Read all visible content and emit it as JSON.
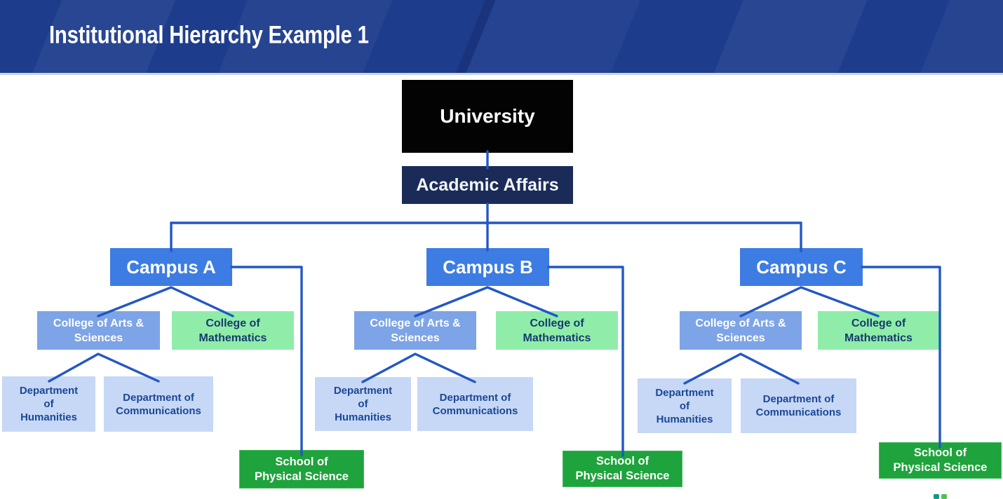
{
  "header": {
    "title": "Institutional Hierarchy Example 1"
  },
  "tree": {
    "root": {
      "label": "University"
    },
    "division": {
      "label": "Academic Affairs"
    },
    "campuses": [
      {
        "label": "Campus A",
        "colleges": [
          {
            "label": "College of Arts &\nSciences"
          },
          {
            "label": "College of\nMathematics"
          }
        ],
        "departments": [
          {
            "label": "Department\nof\nHumanities"
          },
          {
            "label": "Department of\nCommunications"
          }
        ],
        "school": {
          "label": "School of\nPhysical Science"
        }
      },
      {
        "label": "Campus B",
        "colleges": [
          {
            "label": "College of Arts &\nSciences"
          },
          {
            "label": "College of\nMathematics"
          }
        ],
        "departments": [
          {
            "label": "Department\nof\nHumanities"
          },
          {
            "label": "Department of\nCommunications"
          }
        ],
        "school": {
          "label": "School of\nPhysical Science"
        }
      },
      {
        "label": "Campus C",
        "colleges": [
          {
            "label": "College of Arts &\nSciences"
          },
          {
            "label": "College of\nMathematics"
          }
        ],
        "departments": [
          {
            "label": "Department\nof\nHumanities"
          },
          {
            "label": "Department of\nCommunications"
          }
        ],
        "school": {
          "label": "School of\nPhysical Science"
        }
      }
    ]
  },
  "colors": {
    "header_bg": "#1d3c8c",
    "header_border": "#c9d4ea",
    "connector_line": "#2257c4",
    "university_bg": "#030303",
    "academic_affairs_bg": "#1a2b58",
    "campus_bg": "#3d7ce3",
    "college_arts_bg": "#7da4e6",
    "college_math_bg": "#8feda9",
    "department_bg": "#c6d8f6",
    "school_bg": "#1fa33c",
    "navy_text": "#163a6e",
    "logo_mark": [
      "#0d9c85",
      "#52c14b"
    ]
  }
}
